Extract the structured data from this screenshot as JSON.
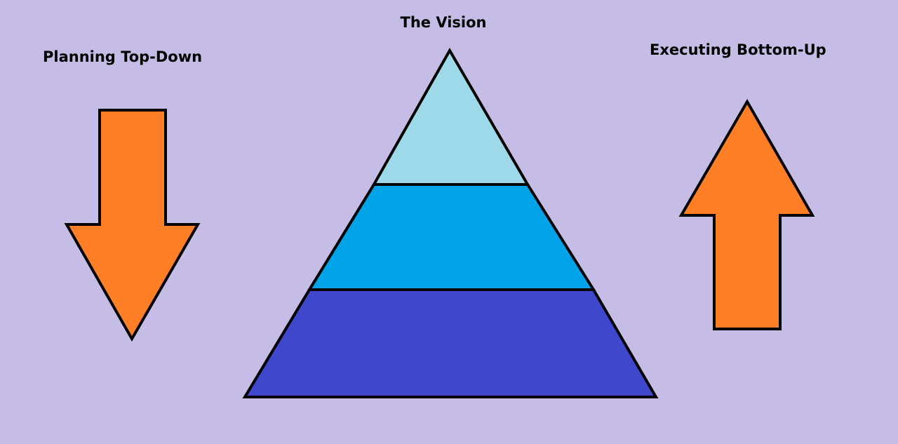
{
  "labels": {
    "top": "The Vision",
    "left": "Planning Top-Down",
    "right": "Executing Bottom-Up"
  },
  "pyramid": {
    "tiers": [
      {
        "name": "top-tier",
        "color": "#9dd9e8"
      },
      {
        "name": "middle-tier",
        "color": "#00a2e8"
      },
      {
        "name": "bottom-tier",
        "color": "#3f48cc"
      }
    ],
    "outline_color": "#000000"
  },
  "arrows": {
    "left": {
      "direction": "down",
      "color": "#ff7f27"
    },
    "right": {
      "direction": "up",
      "color": "#ff7f27"
    }
  },
  "colors": {
    "background": "#c5bde5"
  }
}
